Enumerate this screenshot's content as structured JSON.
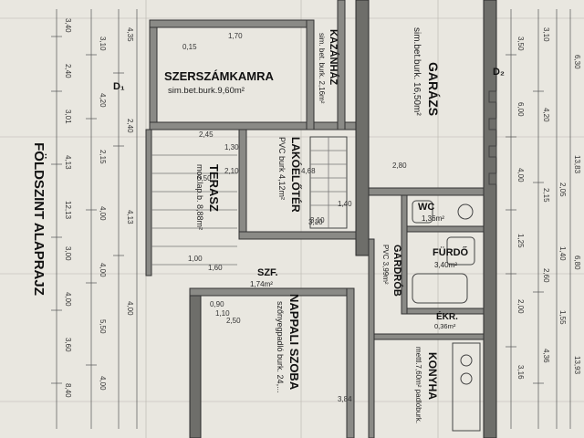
{
  "plan_title": "FÖLDSZINT ALAPRAJZ",
  "rooms": {
    "szerszamkamra": {
      "name": "SZERSZÁMKAMRA",
      "desc": "sim.bet.burk.9,60m²"
    },
    "kazanhaz": {
      "name": "KAZÁNHÁZ",
      "desc": "sim. bet. burk. 2,16m²"
    },
    "garazs": {
      "name": "GARÁZS",
      "desc": "sim.bet.burk. 16,50m²"
    },
    "terasz": {
      "name": "TERASZ",
      "desc": "moz.lap.b. 8,88m²"
    },
    "lakoeloter": {
      "name": "LAKÓELŐTÉR",
      "desc": "PVC burk 4,12m²"
    },
    "wc": {
      "name": "WC",
      "desc": "1,36m²"
    },
    "furdo": {
      "name": "FÜRDŐ",
      "desc": "3,40m²"
    },
    "gardrob": {
      "name": "GARDRÓB",
      "desc": "PVC 3,99m²"
    },
    "szf": {
      "name": "SZF.",
      "desc": "1,74m²"
    },
    "ekr": {
      "name": "ÉKR.",
      "desc": "0,36m²"
    },
    "nappali": {
      "name": "NAPPALI SZOBA",
      "desc": "szőnyegpadló burk. 24,..."
    },
    "konyha": {
      "name": "KONYHA",
      "desc": "mettl.7,60m² padlóburk."
    }
  },
  "left_dims": {
    "col1": [
      "3,40",
      "2,40",
      "3,01",
      "4,13",
      "12,13",
      "3,00",
      "4,00",
      "3,60",
      "8,40"
    ],
    "col2": [
      "3,10",
      "4,20",
      "2,15",
      "4,00",
      "4,00",
      "5,50",
      "4,00"
    ],
    "col3": [
      "4,35",
      "2,40",
      "4,13",
      "4,00"
    ]
  },
  "right_dims": {
    "col1": [
      "3,50",
      "6,00",
      "4,00",
      "1,25",
      "2,00",
      "3,16"
    ],
    "col2": [
      "3,10",
      "4,20",
      "2,15",
      "2,60",
      "4,36"
    ],
    "col3": [
      "2,05",
      "1,40",
      "1,55"
    ],
    "col4": [
      "6,30",
      "13,83",
      "6,80",
      "13,93"
    ]
  },
  "interior_dims": [
    "2,45",
    "1,30",
    "1,00",
    "3,10",
    "0,50",
    "2,10",
    "1,60",
    "0,90",
    "1,10",
    "2,50",
    "3,84",
    "3,10",
    "4,68",
    "1,40",
    "0,15",
    "1,70",
    "2,80"
  ],
  "markers": {
    "d1": "D₁",
    "d2": "D₂"
  }
}
